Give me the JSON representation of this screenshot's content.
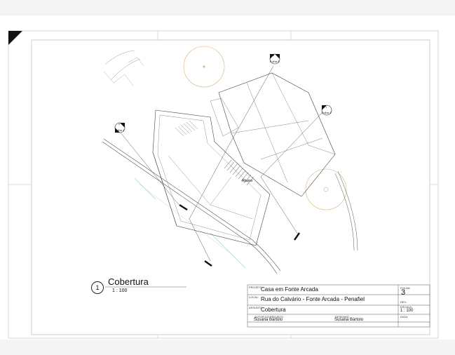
{
  "view": {
    "number": "1",
    "title": "Cobertura",
    "scale": "1 : 100"
  },
  "plan": {
    "label_abaixo": "Abaixo",
    "markers": [
      {
        "num": "3",
        "sheet": "Folha 4"
      },
      {
        "num": "1",
        "sheet": "Folha 4"
      },
      {
        "num": "2",
        "sheet": "Folha 4"
      }
    ]
  },
  "title_block": {
    "projeto_label": "PROJETO:",
    "projeto_value": "Casa em Fonte Arcada",
    "folha_label": "FOLHA:",
    "folha_value": "3",
    "local_label": "LOCAL:",
    "local_value": "Rua do Calvário - Fonte Arcada - Penafiel",
    "rev_label": "REV.:",
    "assunto_label": "ASSUNTO:",
    "assunto_value": "Cobertura",
    "escala_label": "ESCALA:",
    "escala_value": "1 : 100",
    "autor_label": "AUTOR DO PROJETO",
    "autor_value": "Susana Bártolo",
    "desenho_label": "DESENHO",
    "desenho_value": "Susana Bártolo",
    "data_label": "DATA:"
  },
  "colors": {
    "line": "#333333",
    "light_line": "#9a9a9a",
    "orange": "#d9b27a",
    "green": "#9fd3b8",
    "blue": "#a8c4e0"
  }
}
